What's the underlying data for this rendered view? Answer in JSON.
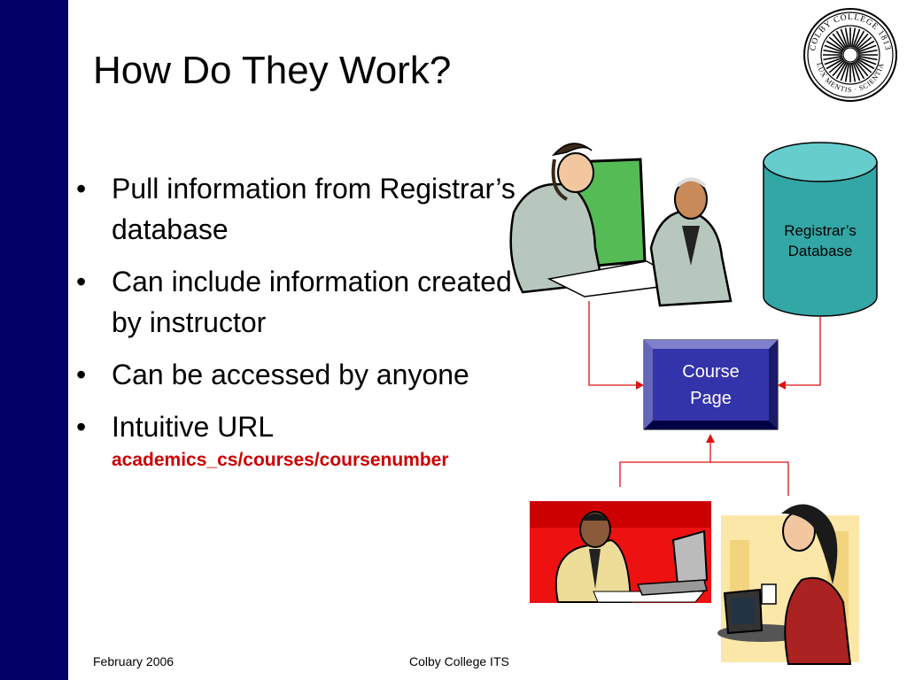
{
  "slide": {
    "title": "How Do They Work?",
    "bullets": [
      "Pull information from Registrar’s database",
      "Can include information created by instructor",
      "Can be accessed by anyone",
      "Intuitive URL"
    ],
    "url_text": "academics_cs/courses/coursenumber"
  },
  "diagram": {
    "database_label_line1": "Registrar’s",
    "database_label_line2": "Database",
    "course_page_line1": "Course",
    "course_page_line2": "Page"
  },
  "logo": {
    "name": "COLBY COLLEGE 1813",
    "motto": "LUX MENTIS · SCIENTIA"
  },
  "footer": {
    "date": "February 2006",
    "org": "Colby College ITS"
  },
  "colors": {
    "sidebar": "#000066",
    "url": "#cc0000",
    "database": "#33a6a6",
    "course_box": "#333399",
    "arrows": "#dd1111"
  }
}
